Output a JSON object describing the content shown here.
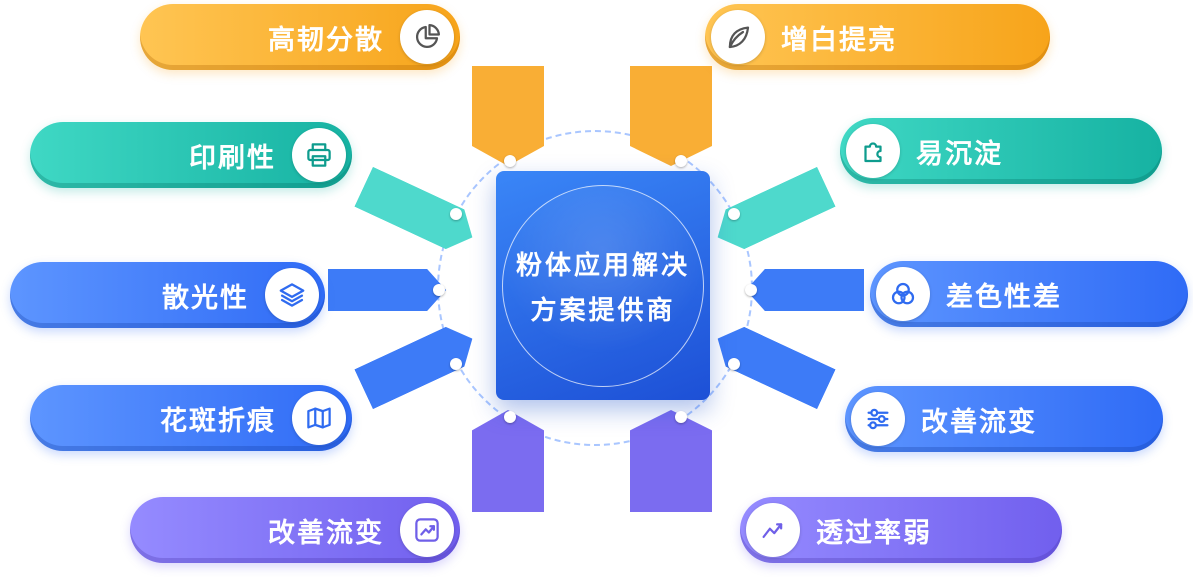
{
  "diagram": {
    "center": {
      "line1": "粉体应用解决",
      "line2": "方案提供商"
    },
    "left_items": [
      {
        "label": "高韧分散",
        "icon": "pie-chart-icon",
        "color": "#f7a41a"
      },
      {
        "label": "印刷性",
        "icon": "printer-icon",
        "color": "#16b2a2"
      },
      {
        "label": "散光性",
        "icon": "layers-icon",
        "color": "#2f6bf6"
      },
      {
        "label": "花斑折痕",
        "icon": "map-icon",
        "color": "#2f6bf6"
      },
      {
        "label": "改善流变",
        "icon": "trend-up-square-icon",
        "color": "#715fee"
      }
    ],
    "right_items": [
      {
        "label": "增白提亮",
        "icon": "leaf-icon",
        "color": "#f7a41a"
      },
      {
        "label": "易沉淀",
        "icon": "puzzle-icon",
        "color": "#16b2a2"
      },
      {
        "label": "差色性差",
        "icon": "color-circles-icon",
        "color": "#2f6bf6"
      },
      {
        "label": "改善流变",
        "icon": "sliders-icon",
        "color": "#2f6bf6"
      },
      {
        "label": "透过率弱",
        "icon": "line-chart-icon",
        "color": "#715fee"
      }
    ],
    "palette": {
      "orange": "#f7a41a",
      "teal": "#16b2a2",
      "blue": "#2f6bf6",
      "purple": "#715fee",
      "center_blue": "#1d50d6",
      "ring_dash": "#a9c6ff"
    }
  }
}
